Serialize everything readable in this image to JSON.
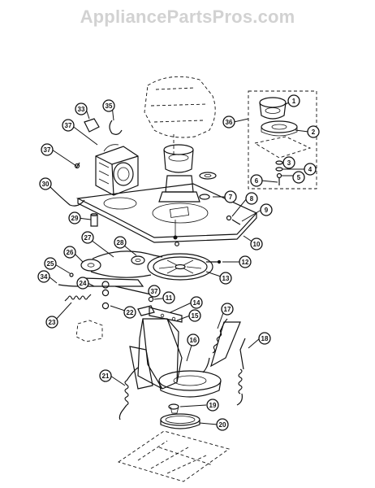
{
  "watermark": "AppliancePartsPros.com",
  "callouts": [
    {
      "id": "1",
      "label": "1"
    },
    {
      "id": "2",
      "label": "2"
    },
    {
      "id": "3",
      "label": "3"
    },
    {
      "id": "4",
      "label": "4"
    },
    {
      "id": "5",
      "label": "5"
    },
    {
      "id": "6",
      "label": "6"
    },
    {
      "id": "7",
      "label": "7"
    },
    {
      "id": "8",
      "label": "8"
    },
    {
      "id": "9",
      "label": "9"
    },
    {
      "id": "10",
      "label": "10"
    },
    {
      "id": "11",
      "label": "11"
    },
    {
      "id": "12",
      "label": "12"
    },
    {
      "id": "13",
      "label": "13"
    },
    {
      "id": "14",
      "label": "14"
    },
    {
      "id": "15",
      "label": "15"
    },
    {
      "id": "16",
      "label": "16"
    },
    {
      "id": "17",
      "label": "17"
    },
    {
      "id": "18",
      "label": "18"
    },
    {
      "id": "19",
      "label": "19"
    },
    {
      "id": "20",
      "label": "20"
    },
    {
      "id": "21",
      "label": "21"
    },
    {
      "id": "22",
      "label": "22"
    },
    {
      "id": "23",
      "label": "23"
    },
    {
      "id": "24",
      "label": "24"
    },
    {
      "id": "25",
      "label": "25"
    },
    {
      "id": "26",
      "label": "26"
    },
    {
      "id": "27",
      "label": "27"
    },
    {
      "id": "28",
      "label": "28"
    },
    {
      "id": "29",
      "label": "29"
    },
    {
      "id": "30",
      "label": "30"
    },
    {
      "id": "33",
      "label": "33"
    },
    {
      "id": "34",
      "label": "34"
    },
    {
      "id": "35",
      "label": "35"
    },
    {
      "id": "36",
      "label": "36"
    },
    {
      "id": "37a",
      "label": "37"
    },
    {
      "id": "37b",
      "label": "37"
    },
    {
      "id": "37c",
      "label": "37"
    }
  ]
}
